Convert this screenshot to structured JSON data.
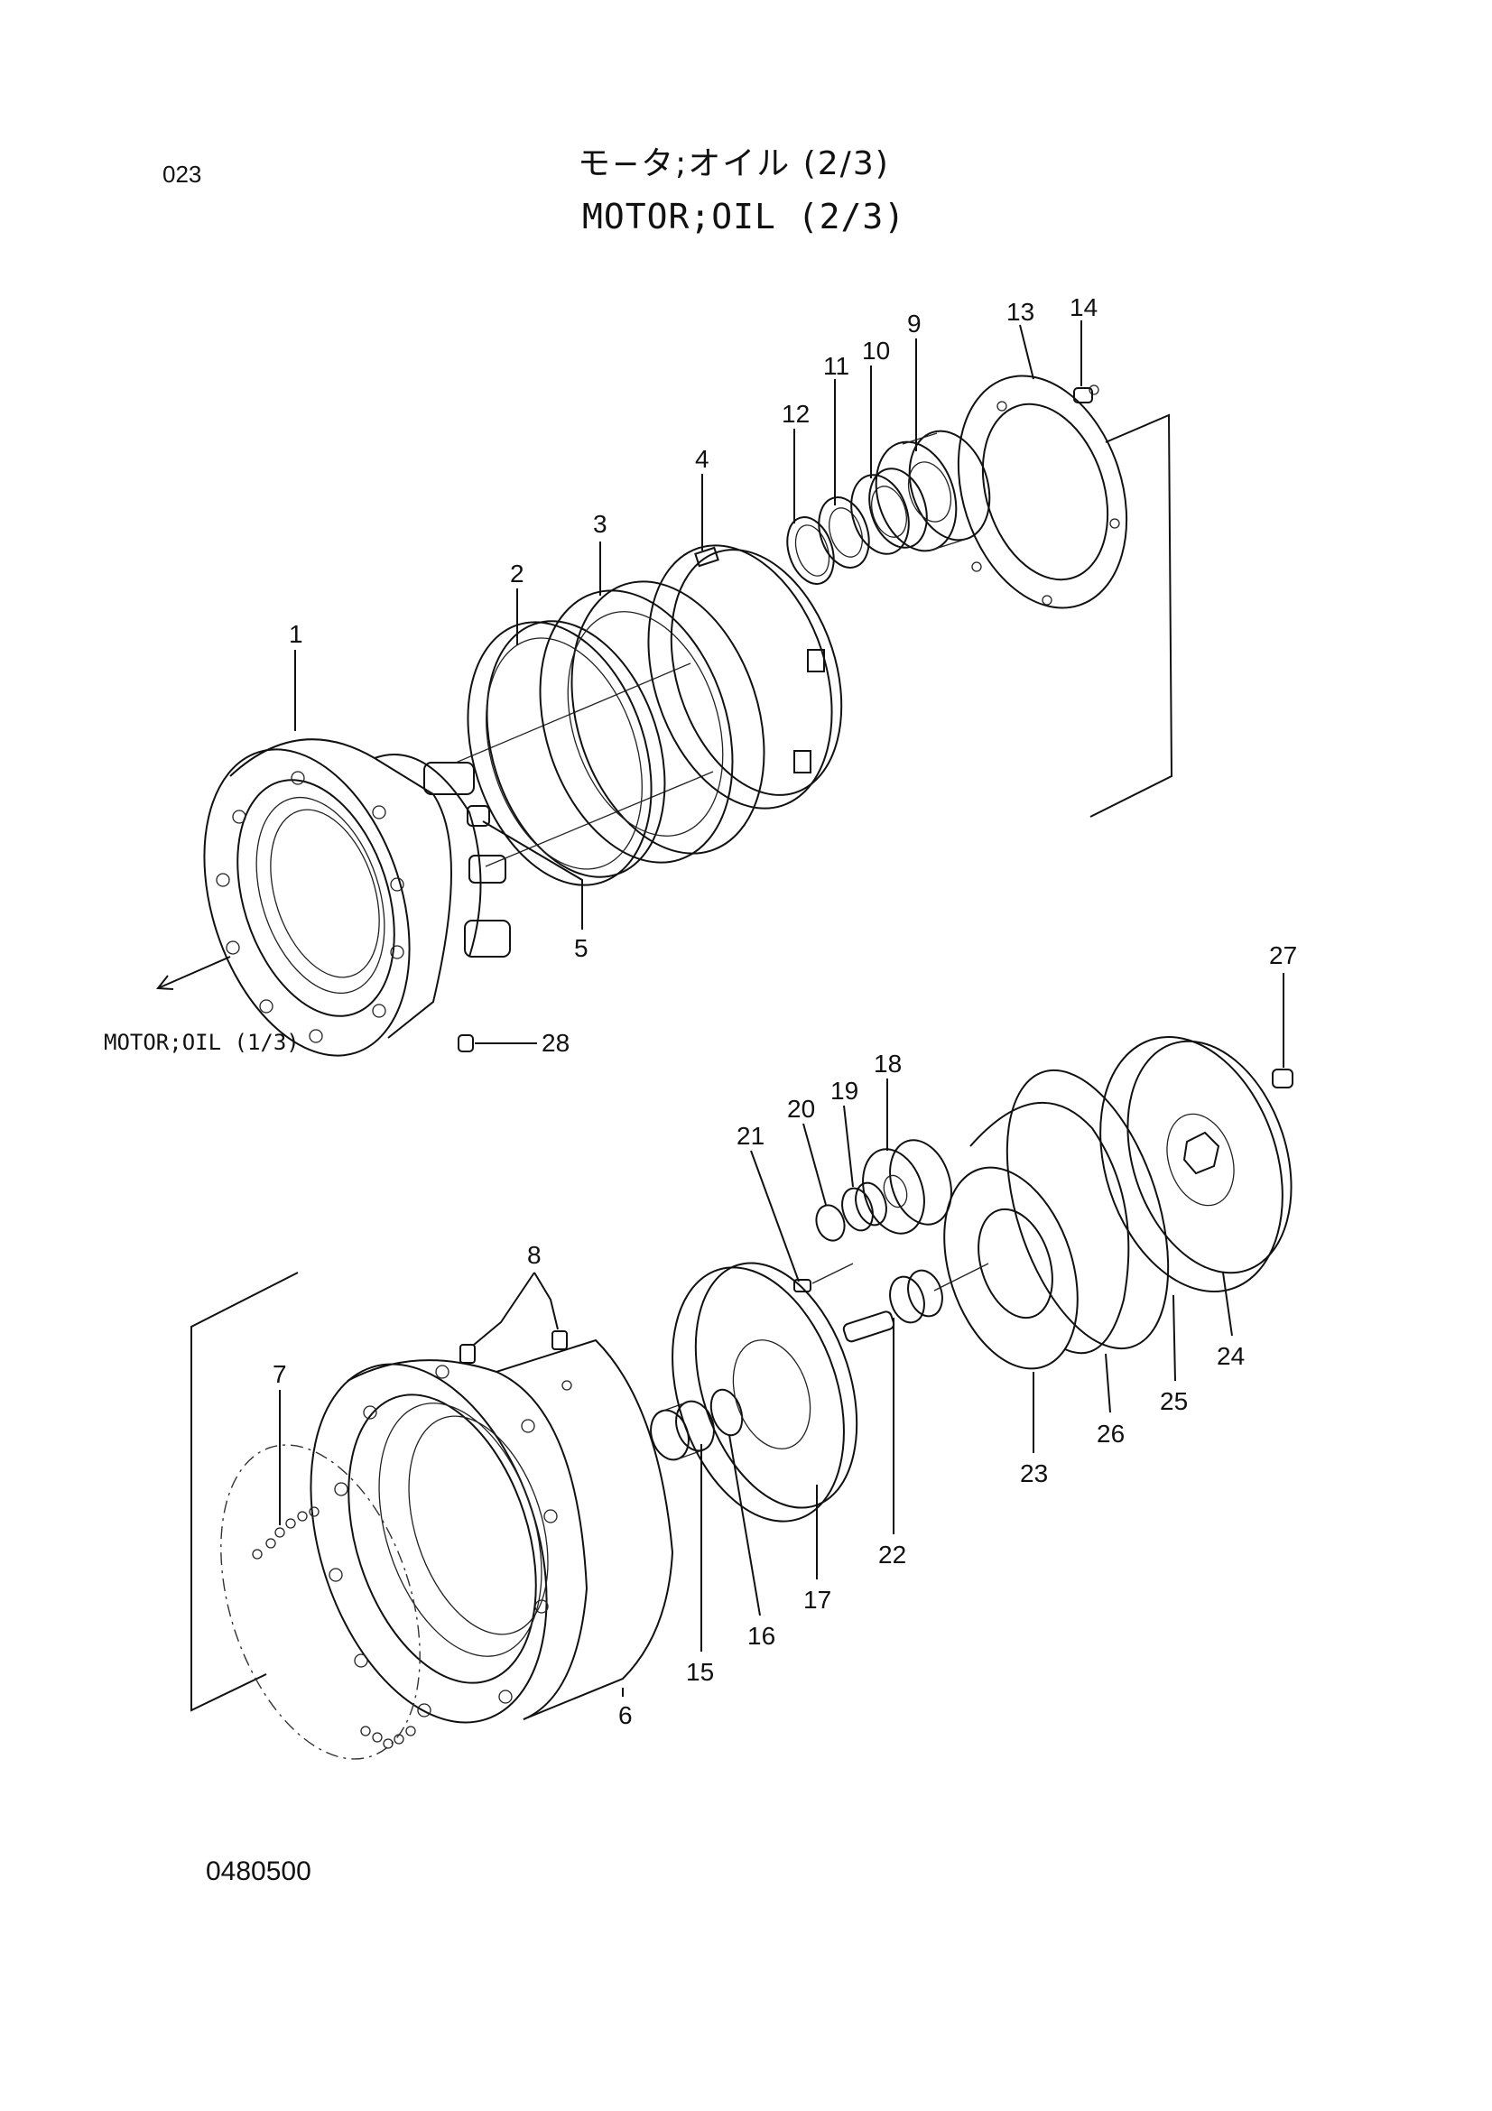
{
  "header": {
    "page_code": "023",
    "title_jp": "モ−タ;オイル (2/3)",
    "title_en": "MOTOR;OIL (2/3)"
  },
  "footer": {
    "drawing_no": "0480500"
  },
  "cross_reference": "MOTOR;OIL (1/3)",
  "part_labels": {
    "p1": "1",
    "p2": "2",
    "p3": "3",
    "p4": "4",
    "p5": "5",
    "p6": "6",
    "p7": "7",
    "p8": "8",
    "p9": "9",
    "p10": "10",
    "p11": "11",
    "p12": "12",
    "p13": "13",
    "p14": "14",
    "p15": "15",
    "p16": "16",
    "p17": "17",
    "p18": "18",
    "p19": "19",
    "p20": "20",
    "p21": "21",
    "p22": "22",
    "p23": "23",
    "p24": "24",
    "p25": "25",
    "p26": "26",
    "p27": "27",
    "p28": "28"
  }
}
